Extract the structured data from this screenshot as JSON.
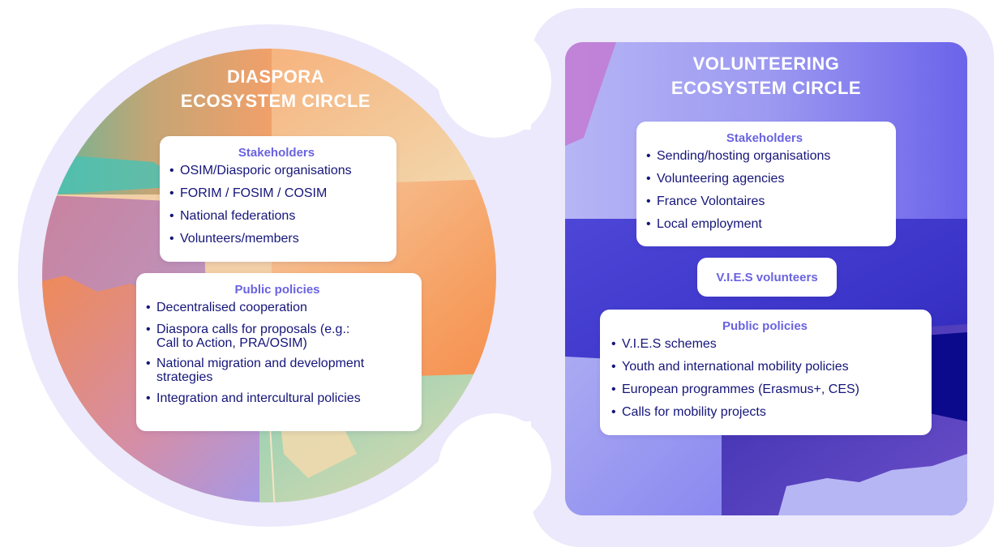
{
  "colors": {
    "halo": "#ebe9fb",
    "accent": "#6a63e0",
    "text": "#15157a",
    "diaspora_palette": [
      "#f08a50",
      "#f2cfa6",
      "#48c2b4",
      "#c98ab8",
      "#9a96ef"
    ],
    "volunteering_palette": [
      "#a9a7f6",
      "#6f66ea",
      "#1d17a6",
      "#c27ad2"
    ]
  },
  "diaspora": {
    "title_line1": "DIASPORA",
    "title_line2": "ECOSYSTEM CIRCLE",
    "stakeholders": {
      "title": "Stakeholders",
      "items": [
        "OSIM/Diasporic organisations",
        "FORIM / FOSIM / COSIM",
        "National federations",
        "Volunteers/members"
      ]
    },
    "policies": {
      "title": "Public policies",
      "items": [
        "Decentralised cooperation",
        "Diaspora calls for proposals (e.g.: Call to Action, PRA/OSIM)",
        "National migration and development strategies",
        "Integration and intercultural policies"
      ]
    }
  },
  "volunteering": {
    "title_line1": "VOLUNTEERING",
    "title_line2": "ECOSYSTEM CIRCLE",
    "stakeholders": {
      "title": "Stakeholders",
      "items": [
        "Sending/hosting organisations",
        "Volunteering agencies",
        "France Volontaires",
        "Local employment"
      ]
    },
    "vies_label": "V.I.E.S volunteers",
    "policies": {
      "title": "Public policies",
      "items": [
        "V.I.E.S schemes",
        "Youth and international mobility policies",
        "European programmes (Erasmus+, CES)",
        "Calls for mobility projects"
      ]
    }
  }
}
